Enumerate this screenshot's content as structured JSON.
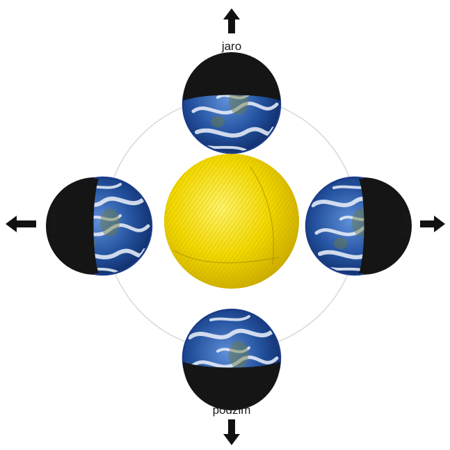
{
  "seasons": {
    "top": {
      "label": "jaro",
      "icon": "arrow-up-icon"
    },
    "left": {
      "label": "léto",
      "icon": "arrow-left-icon"
    },
    "right": {
      "label": "zima",
      "icon": "arrow-right-icon"
    },
    "bottom": {
      "label": "podzim",
      "icon": "arrow-down-icon"
    }
  },
  "colors": {
    "sun": "#f2d800",
    "sun_dark": "#b89e00",
    "orbit": "#d8d8d8",
    "earth_ocean": "#1f4d9c",
    "earth_cloud": "#e8eef6",
    "night_side": "#151515",
    "arrow": "#111111"
  }
}
